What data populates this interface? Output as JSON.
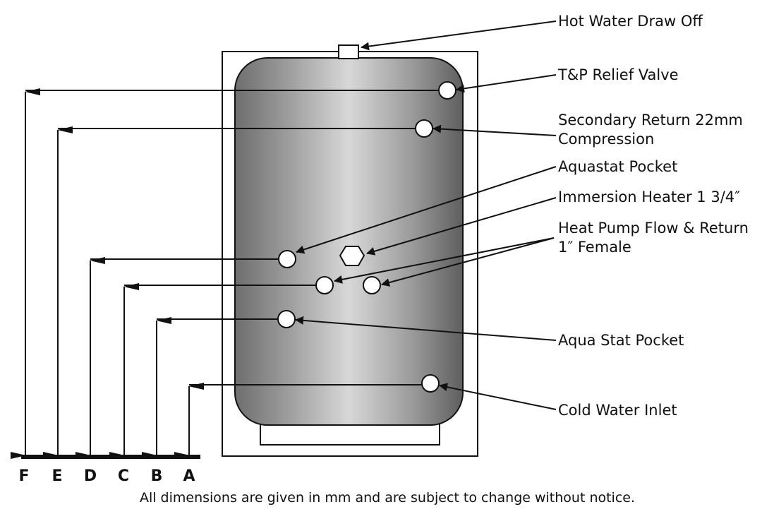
{
  "callouts": {
    "hot_water_draw_off": "Hot Water Draw Off",
    "tp_relief_valve": "T&P Relief Valve",
    "secondary_return_line1": "Secondary Return 22mm",
    "secondary_return_line2": "Compression",
    "aquastat_pocket": "Aquastat Pocket",
    "immersion_heater": "Immersion Heater 1 3/4″",
    "heat_pump_line1": "Heat Pump Flow & Return",
    "heat_pump_line2": "1″ Female",
    "aqua_stat_pocket": "Aqua Stat Pocket",
    "cold_water_inlet": "Cold Water Inlet"
  },
  "dimensions": [
    "F",
    "E",
    "D",
    "C",
    "B",
    "A"
  ],
  "footnote": "All dimensions are given in mm and are subject to change without notice."
}
